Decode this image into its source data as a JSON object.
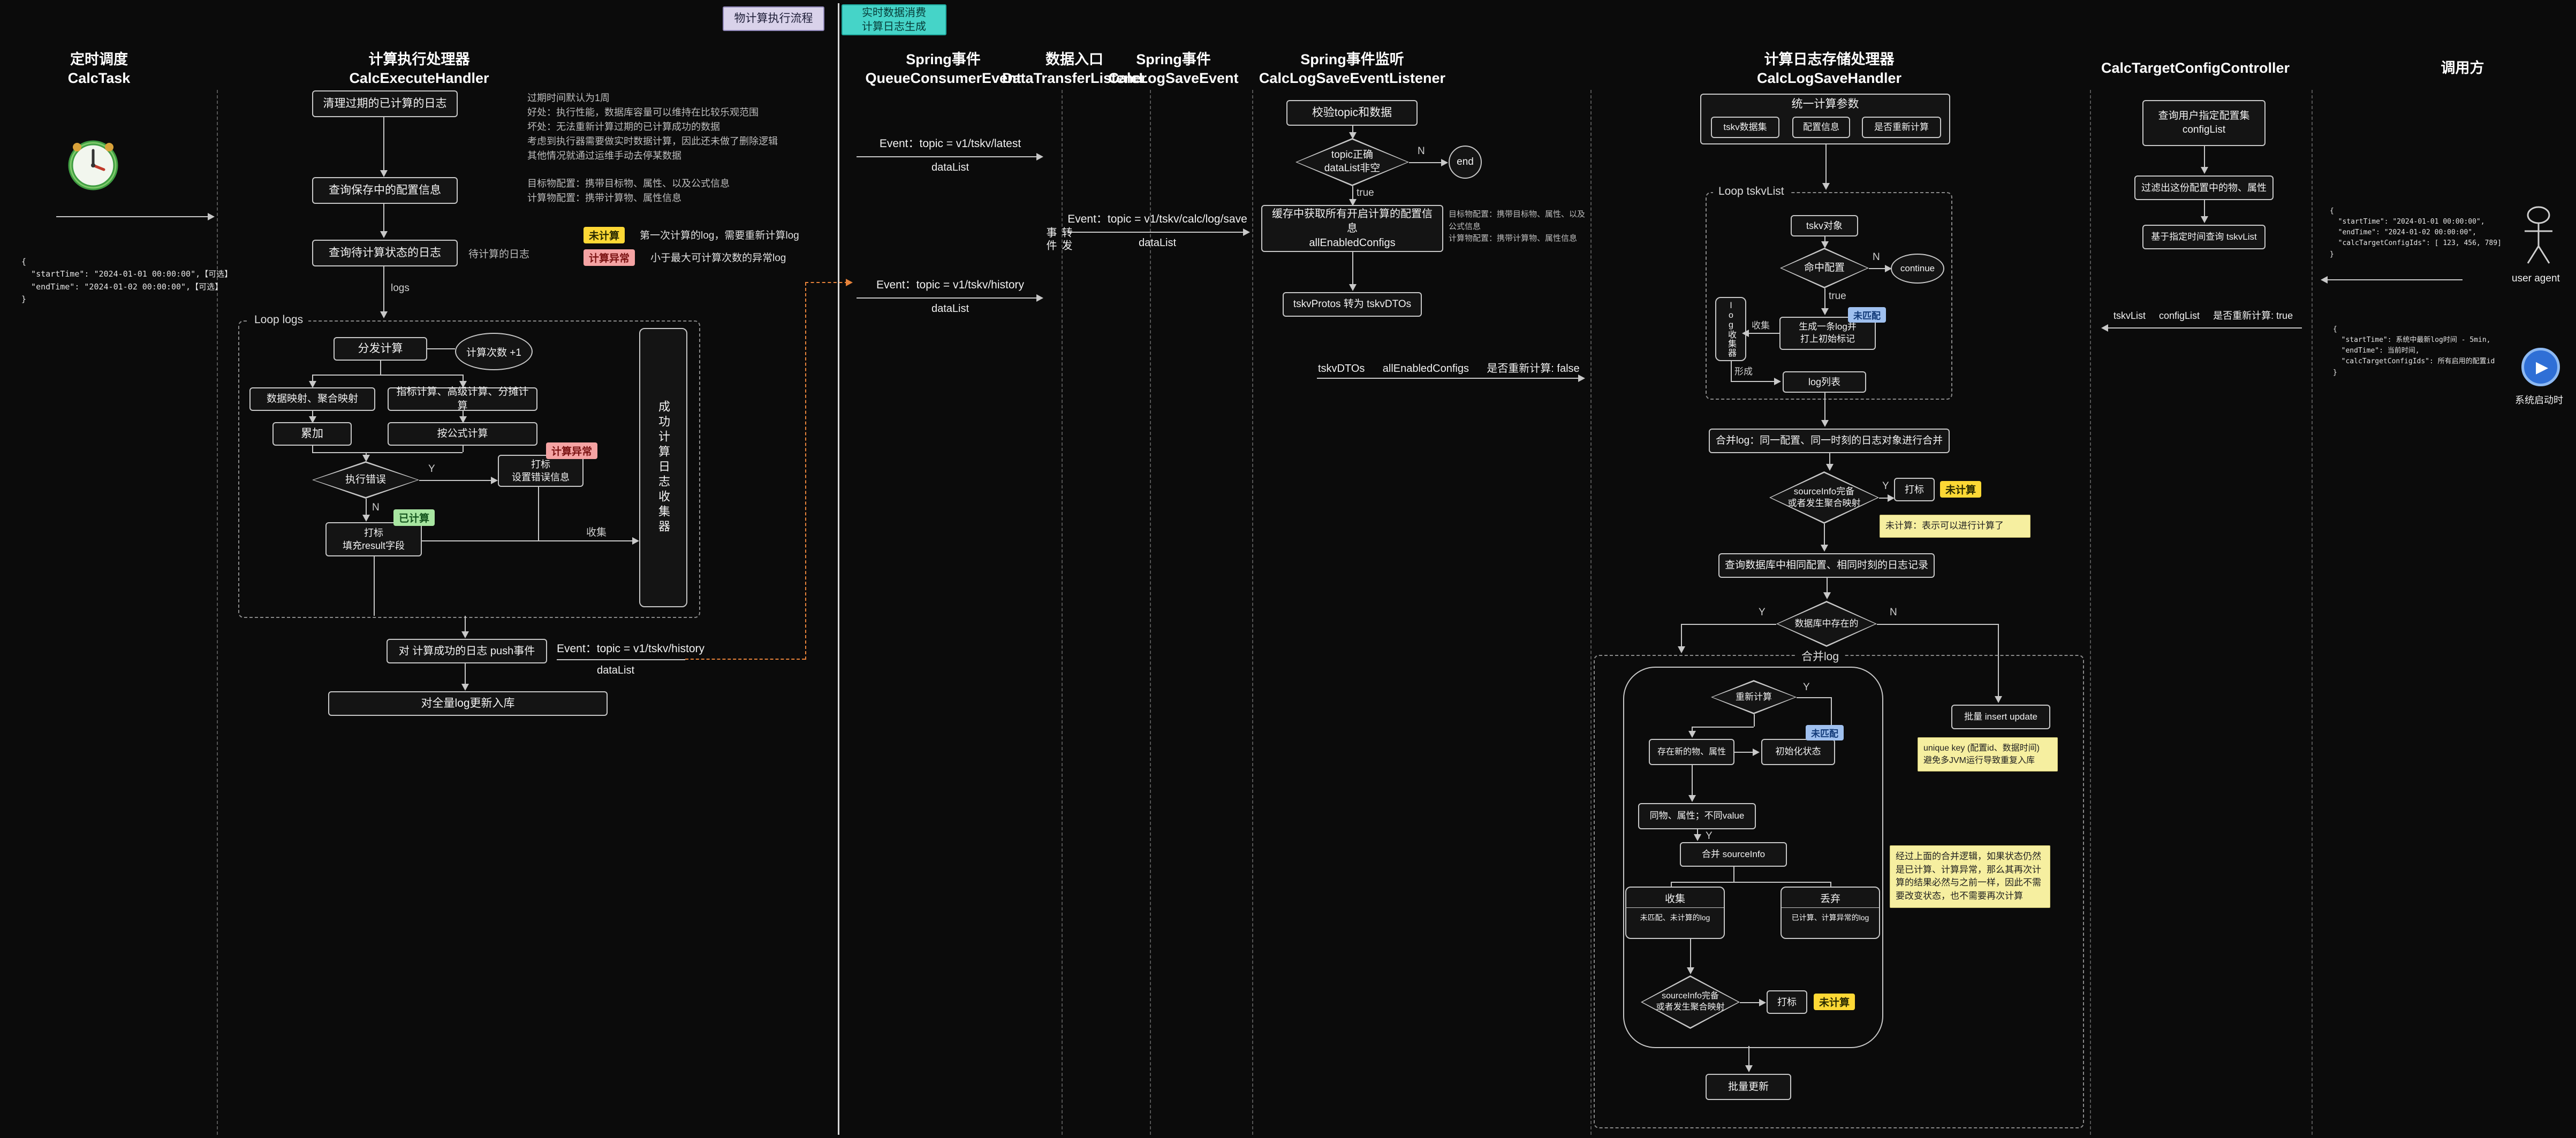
{
  "legend": {
    "flow": "物计算执行流程",
    "rt": "实时数据消费\n计算日志生成"
  },
  "labels": {
    "y": "Y",
    "n": "N",
    "true": "true",
    "end": "end",
    "continue": "continue"
  },
  "chips": {
    "uncalc": "未计算",
    "err": "计算异常",
    "calced": "已计算",
    "unmatch": "未匹配"
  },
  "datalist": "dataList",
  "lanes": {
    "task_zh": "定时调度",
    "task_en": "CalcTask",
    "exec_zh": "计算执行处理器",
    "exec_en": "CalcExecuteHandler",
    "queue_zh": "Spring事件",
    "queue_en": "QueueConsumerEvent",
    "entry_zh": "数据入口",
    "entry_en": "DataTransferListener",
    "save_zh": "Spring事件",
    "save_en": "CalcLogSaveEvent",
    "listener_zh": "Spring事件监听",
    "listener_en": "CalcLogSaveEventListener",
    "handler_zh": "计算日志存储处理器",
    "handler_en": "CalcLogSaveHandler",
    "controller": "CalcTargetConfigController",
    "caller": "调用方"
  },
  "task": {
    "payload": "{\n  \"startTime\": \"2024-01-01 00:00:00\",【可选】\n  \"endTime\": \"2024-01-02 00:00:00\",【可选】\n}"
  },
  "exec": {
    "clean_box": "清理过期的已计算的日志",
    "clean_note": "过期时间默认为1周\n好处：执行性能，数据库容量可以维持在比较乐观范围\n坏处：无法重新计算过期的已计算成功的数据\n考虑到执行器需要做实时数据计算，因此还未做了删除逻辑\n其他情况就通过运维手动去停某数据",
    "query_config_box": "查询保存中的配置信息",
    "query_config_note": "目标物配置：携带目标物、属性、以及公式信息\n计算物配置：携带计算物、属性信息",
    "query_log_box": "查询待计算状态的日志",
    "query_log_note": "待计算的日志",
    "chip_uncalc_desc": "第一次计算的log，需要重新计算log",
    "chip_err_desc": "小于最大可计算次数的异常log",
    "logs_label": "logs",
    "loop_label": "Loop logs",
    "dispatch_box": "分发计算",
    "count_ellipse": "计算次数 +1",
    "map_box": "数据映射、聚合映射",
    "calc_box": "指标计算、高级计算、分摊计算",
    "acc_box": "累加",
    "formula_box": "按公式计算",
    "err_diamond": "执行错误",
    "err_mark_box": "打标\n设置错误信息",
    "ok_mark_box": "打标\n填充result字段",
    "collector_box": "成功计算日志收集器",
    "collect_label": "收集",
    "push_box": "对 计算成功的日志 push事件",
    "push_event": "Event：topic = v1/tskv/history",
    "update_box": "对全量log更新入库"
  },
  "queue": {
    "latest_event": "Event：topic = v1/tskv/latest",
    "forward_label": "事件转发",
    "history_event": "Event：topic = v1/tskv/history"
  },
  "save_event": {
    "event": "Event：topic = v1/tskv/calc/log/save"
  },
  "listener": {
    "validate_box": "校验topic和数据",
    "check_diamond": "topic正确\ndataList非空",
    "cache_box": "缓存中获取所有开启计算的配置信息\nallEnabledConfigs",
    "cache_note": "目标物配置：携带目标物、属性、以及公式信息\n计算物配置：携带计算物、属性信息",
    "convert_box": "tskvProtos 转为 tskvDTOs",
    "params": "tskvDTOs      allEnabledConfigs      是否重新计算: false"
  },
  "handler": {
    "param_box_title": "统一计算参数",
    "param1": "tskv数据集",
    "param2": "配置信息",
    "param3": "是否重新计算",
    "loop_label": "Loop tskvList",
    "tskv_box": "tskv对象",
    "hit_diamond": "命中配置",
    "gen_box": "生成一条log并\n打上初始标记",
    "log_collector": "log收集器",
    "collect_label": "收集",
    "form_label": "形成",
    "loglist_box": "log列表",
    "merge_box": "合并log：同一配置、同一时刻的日志对象进行合并",
    "source_diamond": "sourceInfo完备\n或者发生聚合映射",
    "mark_box": "打标",
    "uncalc_note": "未计算：表示可以进行计算了",
    "query_box": "查询数据库中相同配置、相同时刻的日志记录",
    "exist_diamond": "数据库中存在的",
    "merge_container_label": "合并log",
    "recalc_diamond": "重新计算",
    "new_box": "存在新的物、属性",
    "init_box": "初始化状态",
    "same_box": "同物、属性；不同value",
    "merge_source_box": "合并 sourceInfo",
    "collect_title": "收集",
    "collect_body": "未匹配、未计算的log",
    "discard_title": "丢弃",
    "discard_body": "已计算、计算异常的log",
    "merge_note": "经过上面的合并逻辑，如果状态仍然\n是已计算、计算异常，那么其再次计\n算的结果必然与之前一样，因此不需\n要改变状态，也不需要再次计算",
    "insert_box": "批量 insert update",
    "unique_note": "unique key (配置id、数据时间)\n避免多JVM运行导致重复入库",
    "batch_update_box": "批量更新"
  },
  "controller": {
    "query_box": "查询用户指定配置集\nconfigList",
    "filter_box": "过滤出这份配置中的物、属性",
    "time_box": "基于指定时间查询 tskvList",
    "params": "tskvList     configList     是否重新计算: true"
  },
  "caller": {
    "payload1": "{\n  \"startTime\": \"2024-01-01 00:00:00\",\n  \"endTime\": \"2024-01-02 00:00:00\",\n  \"calcTargetConfigIds\": [ 123, 456, 789]\n}",
    "user_label": "user agent",
    "payload2": "{\n  \"startTime\": 系统中最新log时间 - 5min,\n  \"endTime\": 当前时间,\n  \"calcTargetConfigIds\": 所有启用的配置id\n}",
    "boot_label": "系统启动时"
  }
}
